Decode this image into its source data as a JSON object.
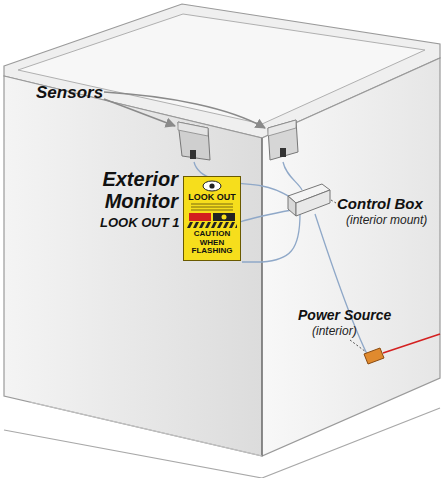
{
  "diagram": {
    "nodes": [
      {
        "text": [
          "LOOK OUT",
          "CAUTION WHEN FLASHING"
        ]
      }
    ],
    "labels": [
      "Sensors",
      "Exterior Monitor",
      "LOOK OUT 1",
      "Control Box",
      "(interior mount)",
      "Power Source",
      "(interior)"
    ]
  }
}
